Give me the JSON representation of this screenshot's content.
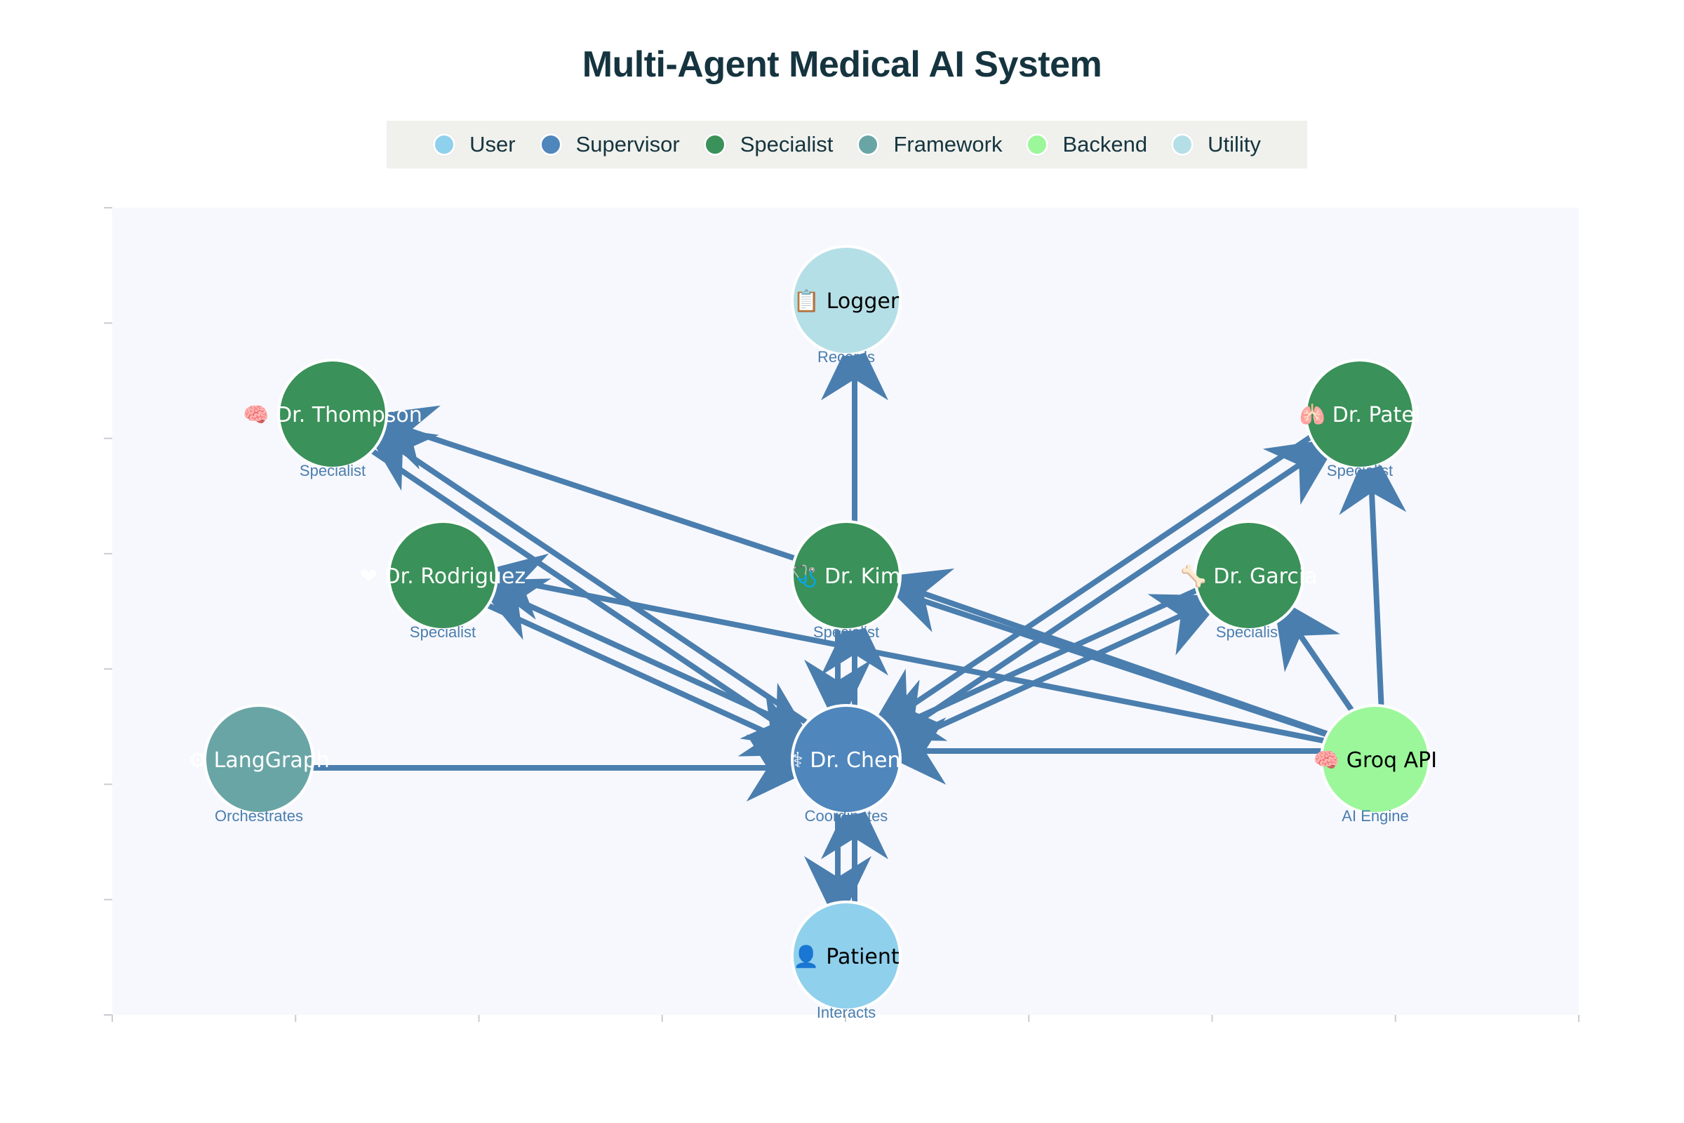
{
  "title": "Multi-Agent Medical AI System",
  "legend": [
    {
      "label": "User",
      "color": "#8fd0ec"
    },
    {
      "label": "Supervisor",
      "color": "#4f86bc"
    },
    {
      "label": "Specialist",
      "color": "#3a9159"
    },
    {
      "label": "Framework",
      "color": "#6aa5a6"
    },
    {
      "label": "Backend",
      "color": "#9bf79a"
    },
    {
      "label": "Utility",
      "color": "#b5dfe6"
    }
  ],
  "edge_color": "#4a7eae",
  "nodes": [
    {
      "id": "patient",
      "label": "👤 Patient",
      "sub": "Interacts",
      "category": "User",
      "text_color": "#000000"
    },
    {
      "id": "chen",
      "label": "⚕ Dr. Chen",
      "sub": "Coordinates",
      "category": "Supervisor",
      "text_color": "#ffffff"
    },
    {
      "id": "langgraph",
      "label": "⚙ LangGraph",
      "sub": "Orchestrates",
      "category": "Framework",
      "text_color": "#ffffff"
    },
    {
      "id": "groq",
      "label": "🧠 Groq API",
      "sub": "AI Engine",
      "category": "Backend",
      "text_color": "#000000"
    },
    {
      "id": "logger",
      "label": "📋 Logger",
      "sub": "Records",
      "category": "Utility",
      "text_color": "#000000"
    },
    {
      "id": "thompson",
      "label": "🧠 Dr. Thompson",
      "sub": "Specialist",
      "category": "Specialist",
      "text_color": "#ffffff"
    },
    {
      "id": "rodriguez",
      "label": "❤ Dr. Rodriguez",
      "sub": "Specialist",
      "category": "Specialist",
      "text_color": "#ffffff"
    },
    {
      "id": "kim",
      "label": "🩺 Dr. Kim",
      "sub": "Specialist",
      "category": "Specialist",
      "text_color": "#ffffff"
    },
    {
      "id": "garcia",
      "label": "🦴 Dr. Garcia",
      "sub": "Specialist",
      "category": "Specialist",
      "text_color": "#ffffff"
    },
    {
      "id": "patel",
      "label": "🫁 Dr. Patel",
      "sub": "Specialist",
      "category": "Specialist",
      "text_color": "#ffffff"
    }
  ],
  "edges": [
    {
      "from": "patient",
      "to": "chen"
    },
    {
      "from": "chen",
      "to": "patient"
    },
    {
      "from": "langgraph",
      "to": "chen"
    },
    {
      "from": "groq",
      "to": "chen"
    },
    {
      "from": "chen",
      "to": "logger"
    },
    {
      "from": "chen",
      "to": "thompson"
    },
    {
      "from": "thompson",
      "to": "chen"
    },
    {
      "from": "chen",
      "to": "rodriguez"
    },
    {
      "from": "rodriguez",
      "to": "chen"
    },
    {
      "from": "chen",
      "to": "kim"
    },
    {
      "from": "kim",
      "to": "chen"
    },
    {
      "from": "chen",
      "to": "garcia"
    },
    {
      "from": "garcia",
      "to": "chen"
    },
    {
      "from": "chen",
      "to": "patel"
    },
    {
      "from": "patel",
      "to": "chen"
    },
    {
      "from": "groq",
      "to": "thompson"
    },
    {
      "from": "groq",
      "to": "rodriguez"
    },
    {
      "from": "groq",
      "to": "kim"
    },
    {
      "from": "groq",
      "to": "garcia"
    },
    {
      "from": "groq",
      "to": "patel"
    }
  ]
}
